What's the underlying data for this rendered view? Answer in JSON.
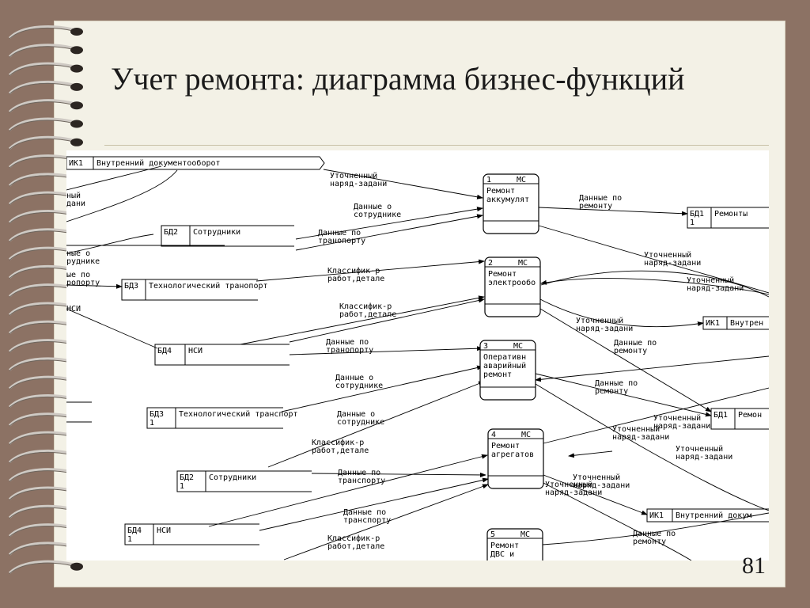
{
  "slide": {
    "title": "Учет ремонта: диаграмма бизнес-функций",
    "page_number": "81"
  },
  "colors": {
    "background": "#8c7264",
    "paper": "#f3f1e6",
    "diagram_bg": "#ffffff",
    "ink": "#000000"
  },
  "processes": [
    {
      "id": "1",
      "tag": "МС",
      "lines": [
        "Ремонт",
        "аккумулят"
      ]
    },
    {
      "id": "2",
      "tag": "МС",
      "lines": [
        "Ремонт",
        "электрообо"
      ]
    },
    {
      "id": "3",
      "tag": "МС",
      "lines": [
        "Оперативн",
        "аварийный",
        "ремонт"
      ]
    },
    {
      "id": "4",
      "tag": "МС",
      "lines": [
        "Ремонт",
        "агрегатов"
      ]
    },
    {
      "id": "5",
      "tag": "МС",
      "lines": [
        "Ремонт",
        "ДВС и"
      ]
    }
  ],
  "stores": [
    {
      "code": "ИК1",
      "name": "Внутренний документооборот"
    },
    {
      "code": "БД2",
      "name": "Сотрудники"
    },
    {
      "code": "БД3",
      "name": "Технологический транопорт"
    },
    {
      "code": "БД4",
      "name": "НСИ"
    },
    {
      "code": "БД1",
      "num": "1",
      "name": "Ремонты"
    },
    {
      "code": "ИК1",
      "name": "Внутрен"
    },
    {
      "code": "БД3",
      "num": "1",
      "name": "Технологический транспорт"
    },
    {
      "code": "БД1",
      "name": "Ремон"
    },
    {
      "code": "БД2",
      "num": "1",
      "name": "Сотрудники"
    },
    {
      "code": "ИК1",
      "name": "Внутренний докум"
    },
    {
      "code": "БД4",
      "num": "1",
      "name": "НСИ"
    }
  ],
  "flow_labels": [
    {
      "lines": [
        "Уточненный",
        "наряд-задани"
      ]
    },
    {
      "lines": [
        "Данные о",
        "сотруднике"
      ]
    },
    {
      "lines": [
        "Данные по",
        "транопорту"
      ]
    },
    {
      "lines": [
        "Классифик-р",
        "работ,детале"
      ]
    },
    {
      "lines": [
        "Классифик-р",
        "работ,детале"
      ]
    },
    {
      "lines": [
        "Данные по",
        "транопорту"
      ]
    },
    {
      "lines": [
        "Данные о",
        "сотруднике"
      ]
    },
    {
      "lines": [
        "Данные о",
        "сотруднике"
      ]
    },
    {
      "lines": [
        "Классифик-р",
        "работ,детале"
      ]
    },
    {
      "lines": [
        "Данные по",
        "транспорту"
      ]
    },
    {
      "lines": [
        "Данные по",
        "транспорту"
      ]
    },
    {
      "lines": [
        "Классифик-р",
        "работ,детале"
      ]
    },
    {
      "lines": [
        "Уточненный",
        "наряд-задани"
      ]
    },
    {
      "lines": [
        "Данные по",
        "ремонту"
      ]
    },
    {
      "lines": [
        "Уточненный",
        "наряд-задани"
      ]
    },
    {
      "lines": [
        "Уточненный",
        "наряд-задани"
      ]
    },
    {
      "lines": [
        "Уточненный",
        "наряд-задани"
      ]
    },
    {
      "lines": [
        "Данные по",
        "ремонту"
      ]
    },
    {
      "lines": [
        "Данные по",
        "ремонту"
      ]
    },
    {
      "lines": [
        "Уточненный",
        "наряд-задани"
      ]
    },
    {
      "lines": [
        "Уточненный",
        "наряд-задани"
      ]
    },
    {
      "lines": [
        "Уточненный",
        "наряд-задани"
      ]
    },
    {
      "lines": [
        "Уточненный",
        "наряд-задани"
      ]
    },
    {
      "lines": [
        "Данные по",
        "ремонту"
      ]
    }
  ],
  "cut_labels": [
    {
      "lines": [
        "ный",
        "дани"
      ]
    },
    {
      "lines": [
        "ные о",
        "руднике"
      ]
    },
    {
      "lines": [
        "ые по",
        "ропорту"
      ]
    },
    {
      "lines": [
        "НСИ"
      ]
    }
  ]
}
